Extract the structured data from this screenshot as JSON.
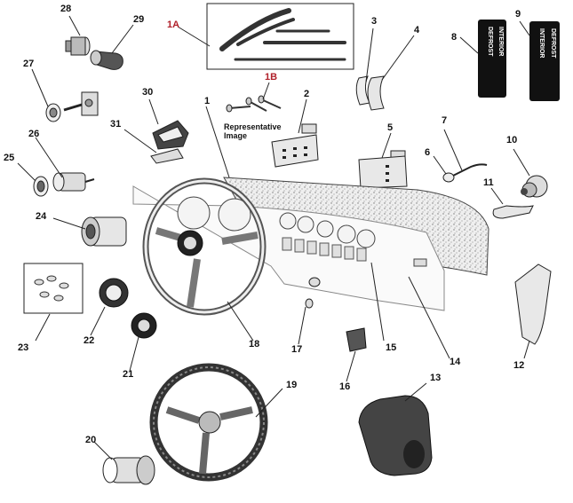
{
  "callouts": {
    "n1A": "1A",
    "n1B": "1B",
    "n1": "1",
    "n2": "2",
    "n3": "3",
    "n4": "4",
    "n5": "5",
    "n6": "6",
    "n7": "7",
    "n8": "8",
    "n9": "9",
    "n10": "10",
    "n11": "11",
    "n12": "12",
    "n13": "13",
    "n14": "14",
    "n15": "15",
    "n16": "16",
    "n17": "17",
    "n18": "18",
    "n19": "19",
    "n20": "20",
    "n21": "21",
    "n22": "22",
    "n23": "23",
    "n24": "24",
    "n25": "25",
    "n26": "26",
    "n27": "27",
    "n28": "28",
    "n29": "29",
    "n30": "30",
    "n31": "31"
  },
  "note": {
    "line1": "Representative",
    "line2": "Image"
  },
  "placards": {
    "p8_left": "DEFROST",
    "p8_right": "INTERIOR",
    "p9_left": "INTERIOR",
    "p9_right": "DEFROST"
  },
  "colors": {
    "label": "#111111",
    "highlight_label": "#b0202a",
    "line": "#222222"
  }
}
